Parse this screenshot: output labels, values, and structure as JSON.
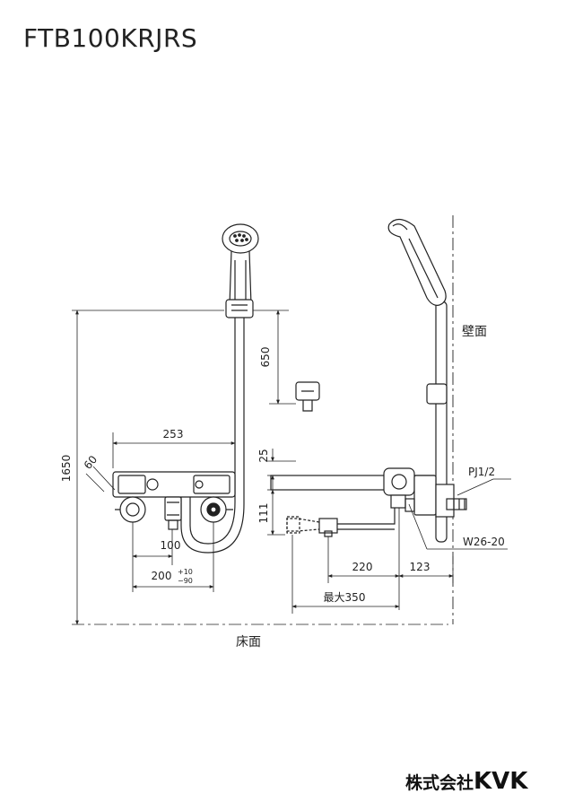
{
  "model": "FTB100KRJRS",
  "labels": {
    "wall": "壁面",
    "floor": "床面",
    "pipe_thread": "PJ1/2",
    "union_thread": "W26-20"
  },
  "dimensions": {
    "height_1650": "1650",
    "hook_650": "650",
    "width_253": "253",
    "angle_60": "60",
    "gap_25": "25",
    "height_111": "111",
    "center_100": "100",
    "pitch_200": "200",
    "tol_plus": "+10",
    "tol_minus": "−90",
    "spout_220": "220",
    "wall_123": "123",
    "max_350": "最大350"
  },
  "company": {
    "name_jp": "株式会社",
    "brand": "KVK"
  }
}
